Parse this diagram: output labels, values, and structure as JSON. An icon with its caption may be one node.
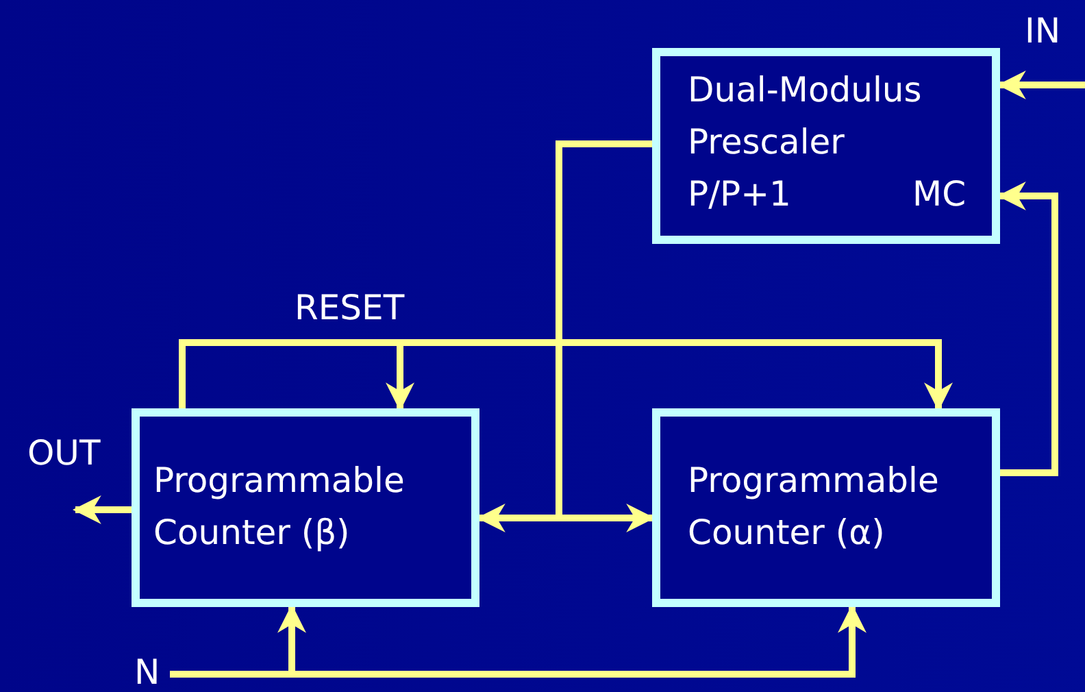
{
  "diagram": {
    "nodes": [
      {
        "text": [
          "Dual-Modulus Prescaler",
          "P/P+1",
          "MC"
        ]
      },
      {
        "text": [
          "Programmable Counter (β)"
        ]
      },
      {
        "text": [
          "Programmable Counter (α)"
        ]
      },
      {
        "text": [
          "N"
        ]
      }
    ],
    "edges": [
      {
        "from": null,
        "to": 0,
        "arrow": "to"
      },
      {
        "from": 2,
        "to": 0,
        "arrow": "to"
      },
      {
        "from": 0,
        "to": 1,
        "arrow": "to"
      },
      {
        "from": 0,
        "to": 2,
        "arrow": "to"
      },
      {
        "from": 1,
        "to": 1,
        "arrow": "to"
      },
      {
        "from": 1,
        "to": 2,
        "arrow": "to",
        "label": "RESET"
      },
      {
        "from": 1,
        "to": null,
        "arrow": "to"
      },
      {
        "from": 3,
        "to": 1,
        "arrow": "to"
      },
      {
        "from": 3,
        "to": 2,
        "arrow": "to"
      }
    ],
    "labels": [
      "IN",
      "OUT"
    ]
  }
}
